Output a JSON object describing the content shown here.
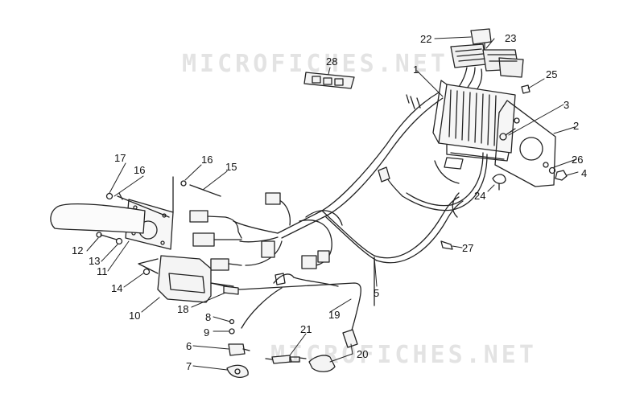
{
  "watermarks": [
    "MICROFICHES.NET",
    "MICROFICHES.NET"
  ],
  "callouts": {
    "c1": "1",
    "c2": "2",
    "c3": "3",
    "c4": "4",
    "c5": "5",
    "c6": "6",
    "c7": "7",
    "c8": "8",
    "c9": "9",
    "c10": "10",
    "c11": "11",
    "c12": "12",
    "c13": "13",
    "c14": "14",
    "c15": "15",
    "c16a": "16",
    "c16b": "16",
    "c17": "17",
    "c18": "18",
    "c19": "19",
    "c20": "20",
    "c21": "21",
    "c22": "22",
    "c23": "23",
    "c24": "24",
    "c25": "25",
    "c26": "26",
    "c27": "27",
    "c28": "28"
  }
}
